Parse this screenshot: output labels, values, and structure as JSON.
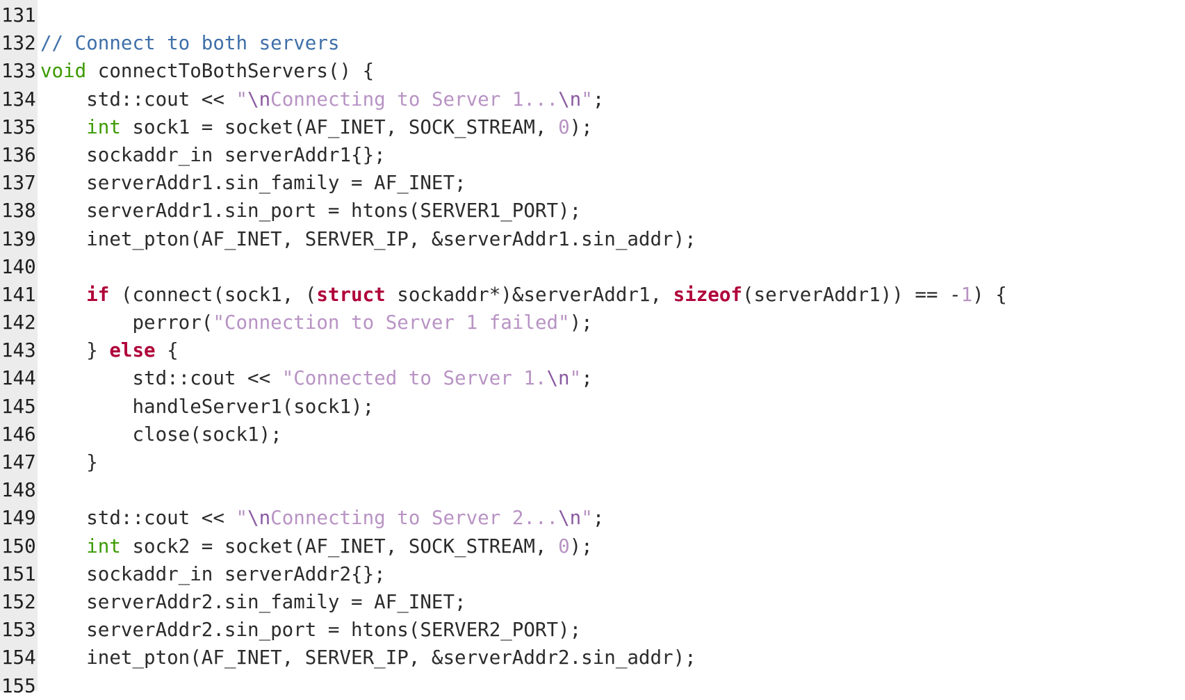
{
  "colors": {
    "background": "#ffffff",
    "gutter": "#ececec",
    "keyword_type": "#3c9a00",
    "keyword_control": "#b0003a",
    "string": "#b893c4",
    "comment": "#3f6fa8",
    "text": "#2b2b2b"
  },
  "lines": [
    {
      "num": "131",
      "tokens": []
    },
    {
      "num": "132",
      "tokens": [
        {
          "t": "// Connect to both servers",
          "c": "com"
        }
      ]
    },
    {
      "num": "133",
      "tokens": [
        {
          "t": "void",
          "c": "kw"
        },
        {
          "t": " connectToBothServers() {",
          "c": "plain"
        }
      ]
    },
    {
      "num": "134",
      "tokens": [
        {
          "t": "    std::cout << ",
          "c": "plain"
        },
        {
          "t": "\"",
          "c": "str"
        },
        {
          "t": "\\n",
          "c": "esc"
        },
        {
          "t": "Connecting to Server 1...",
          "c": "str"
        },
        {
          "t": "\\n",
          "c": "esc"
        },
        {
          "t": "\"",
          "c": "str"
        },
        {
          "t": ";",
          "c": "plain"
        }
      ]
    },
    {
      "num": "135",
      "tokens": [
        {
          "t": "    ",
          "c": "plain"
        },
        {
          "t": "int",
          "c": "kw"
        },
        {
          "t": " sock1 = socket(AF_INET, SOCK_STREAM, ",
          "c": "plain"
        },
        {
          "t": "0",
          "c": "num"
        },
        {
          "t": ");",
          "c": "plain"
        }
      ]
    },
    {
      "num": "136",
      "tokens": [
        {
          "t": "    sockaddr_in serverAddr1{};",
          "c": "plain"
        }
      ]
    },
    {
      "num": "137",
      "tokens": [
        {
          "t": "    serverAddr1.sin_family = AF_INET;",
          "c": "plain"
        }
      ]
    },
    {
      "num": "138",
      "tokens": [
        {
          "t": "    serverAddr1.sin_port = htons(SERVER1_PORT);",
          "c": "plain"
        }
      ]
    },
    {
      "num": "139",
      "tokens": [
        {
          "t": "    inet_pton(AF_INET, SERVER_IP, &serverAddr1.sin_addr);",
          "c": "plain"
        }
      ]
    },
    {
      "num": "140",
      "tokens": []
    },
    {
      "num": "141",
      "tokens": [
        {
          "t": "    ",
          "c": "plain"
        },
        {
          "t": "if",
          "c": "ctrl"
        },
        {
          "t": " (connect(sock1, (",
          "c": "plain"
        },
        {
          "t": "struct",
          "c": "ctrl"
        },
        {
          "t": " sockaddr*)&serverAddr1, ",
          "c": "plain"
        },
        {
          "t": "sizeof",
          "c": "ctrl"
        },
        {
          "t": "(serverAddr1)) == -",
          "c": "plain"
        },
        {
          "t": "1",
          "c": "num"
        },
        {
          "t": ") {",
          "c": "plain"
        }
      ]
    },
    {
      "num": "142",
      "tokens": [
        {
          "t": "        perror(",
          "c": "plain"
        },
        {
          "t": "\"Connection to Server 1 failed\"",
          "c": "str"
        },
        {
          "t": ");",
          "c": "plain"
        }
      ]
    },
    {
      "num": "143",
      "tokens": [
        {
          "t": "    } ",
          "c": "plain"
        },
        {
          "t": "else",
          "c": "ctrl"
        },
        {
          "t": " {",
          "c": "plain"
        }
      ]
    },
    {
      "num": "144",
      "tokens": [
        {
          "t": "        std::cout << ",
          "c": "plain"
        },
        {
          "t": "\"Connected to Server 1.",
          "c": "str"
        },
        {
          "t": "\\n",
          "c": "esc"
        },
        {
          "t": "\"",
          "c": "str"
        },
        {
          "t": ";",
          "c": "plain"
        }
      ]
    },
    {
      "num": "145",
      "tokens": [
        {
          "t": "        handleServer1(sock1);",
          "c": "plain"
        }
      ]
    },
    {
      "num": "146",
      "tokens": [
        {
          "t": "        close(sock1);",
          "c": "plain"
        }
      ]
    },
    {
      "num": "147",
      "tokens": [
        {
          "t": "    }",
          "c": "plain"
        }
      ]
    },
    {
      "num": "148",
      "tokens": []
    },
    {
      "num": "149",
      "tokens": [
        {
          "t": "    std::cout << ",
          "c": "plain"
        },
        {
          "t": "\"",
          "c": "str"
        },
        {
          "t": "\\n",
          "c": "esc"
        },
        {
          "t": "Connecting to Server 2...",
          "c": "str"
        },
        {
          "t": "\\n",
          "c": "esc"
        },
        {
          "t": "\"",
          "c": "str"
        },
        {
          "t": ";",
          "c": "plain"
        }
      ]
    },
    {
      "num": "150",
      "tokens": [
        {
          "t": "    ",
          "c": "plain"
        },
        {
          "t": "int",
          "c": "kw"
        },
        {
          "t": " sock2 = socket(AF_INET, SOCK_STREAM, ",
          "c": "plain"
        },
        {
          "t": "0",
          "c": "num"
        },
        {
          "t": ");",
          "c": "plain"
        }
      ]
    },
    {
      "num": "151",
      "tokens": [
        {
          "t": "    sockaddr_in serverAddr2{};",
          "c": "plain"
        }
      ]
    },
    {
      "num": "152",
      "tokens": [
        {
          "t": "    serverAddr2.sin_family = AF_INET;",
          "c": "plain"
        }
      ]
    },
    {
      "num": "153",
      "tokens": [
        {
          "t": "    serverAddr2.sin_port = htons(SERVER2_PORT);",
          "c": "plain"
        }
      ]
    },
    {
      "num": "154",
      "tokens": [
        {
          "t": "    inet_pton(AF_INET, SERVER_IP, &serverAddr2.sin_addr);",
          "c": "plain"
        }
      ]
    },
    {
      "num": "155",
      "tokens": []
    }
  ]
}
